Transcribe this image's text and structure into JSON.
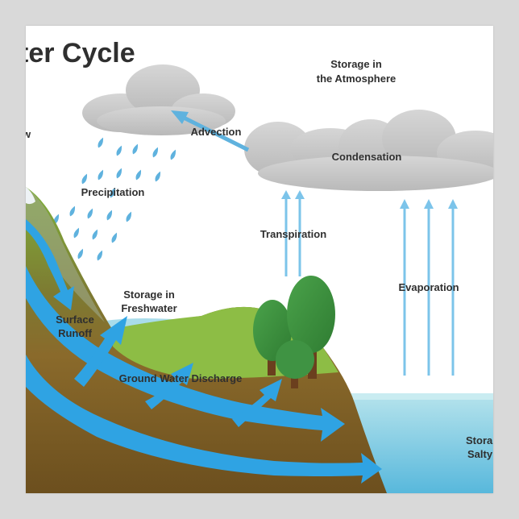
{
  "title": "ter Cycle",
  "labels": {
    "edge_w": "w",
    "storage_atmosphere_1": "Storage in",
    "storage_atmosphere_2": "the Atmosphere",
    "advection": "Advection",
    "condensation": "Condensation",
    "precipitation": "Precipitation",
    "transpiration": "Transpiration",
    "evaporation": "Evaporation",
    "storage_freshwater_1": "Storage in",
    "storage_freshwater_2": "Freshwater",
    "surface_runoff_1": "Surface",
    "surface_runoff_2": "Runoff",
    "ground_water_discharge": "Ground Water Discharge",
    "storage_salt_1": "Stora",
    "storage_salt_2": "Salty"
  },
  "colors": {
    "arrow_blue": "#2fa3e3",
    "light_arrow": "#7cc4ea",
    "rain": "#5fb2de",
    "grass": "#86bd3e",
    "soil": "#8b6a2c",
    "sea": "#a8dde8",
    "cloud": "#c9c9c9"
  }
}
